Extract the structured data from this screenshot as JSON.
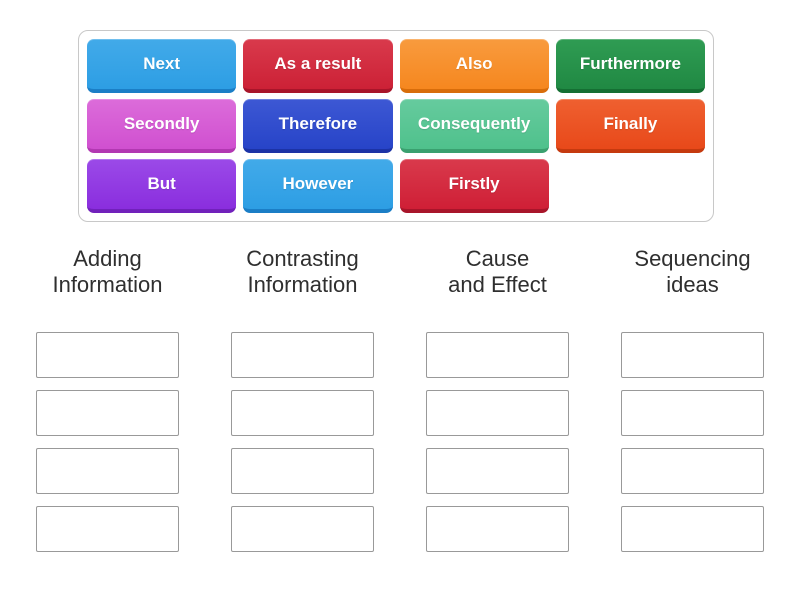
{
  "tray": {
    "border_color": "#c8c8c8",
    "chips": [
      {
        "label": "Next",
        "name": "next",
        "top": "#42aae9",
        "main": "#2d9ee4",
        "dark": "#1b7ec6"
      },
      {
        "label": "As a result",
        "name": "as-a-result",
        "top": "#d93a4c",
        "main": "#cc2136",
        "dark": "#a8152a"
      },
      {
        "label": "Also",
        "name": "also",
        "top": "#f89b3e",
        "main": "#f6871f",
        "dark": "#d86d0a"
      },
      {
        "label": "Furthermore",
        "name": "furthermore",
        "top": "#2f9c53",
        "main": "#208943",
        "dark": "#156f33"
      },
      {
        "label": "Secondly",
        "name": "secondly",
        "top": "#dc6cda",
        "main": "#d050d0",
        "dark": "#b238b2"
      },
      {
        "label": "Therefore",
        "name": "therefore",
        "top": "#3d58d4",
        "main": "#2744c8",
        "dark": "#1c33a6"
      },
      {
        "label": "Consequently",
        "name": "consequently",
        "top": "#66cb9e",
        "main": "#4fc18c",
        "dark": "#3aa06f"
      },
      {
        "label": "Finally",
        "name": "finally",
        "top": "#ef6030",
        "main": "#e8491a",
        "dark": "#c53a0f"
      },
      {
        "label": "But",
        "name": "but",
        "top": "#9b4ae8",
        "main": "#8a2ede",
        "dark": "#7121bb"
      },
      {
        "label": "However",
        "name": "however",
        "top": "#42aae9",
        "main": "#2d9ee4",
        "dark": "#1b7ec6"
      },
      {
        "label": "Firstly",
        "name": "firstly",
        "top": "#d93a4c",
        "main": "#cf1f36",
        "dark": "#a8152a"
      }
    ]
  },
  "categories": [
    {
      "name": "adding-information",
      "line1": "Adding",
      "line2": "Information",
      "slot_count": 4
    },
    {
      "name": "contrasting-information",
      "line1": "Contrasting",
      "line2": "Information",
      "slot_count": 4
    },
    {
      "name": "cause-and-effect",
      "line1": "Cause",
      "line2": "and Effect",
      "slot_count": 4
    },
    {
      "name": "sequencing-ideas",
      "line1": "Sequencing",
      "line2": "ideas",
      "slot_count": 4
    }
  ],
  "colors": {
    "header_text": "#2f2f2f",
    "slot_border": "#999999",
    "chip_text": "#ffffff",
    "page_background": "#ffffff"
  }
}
